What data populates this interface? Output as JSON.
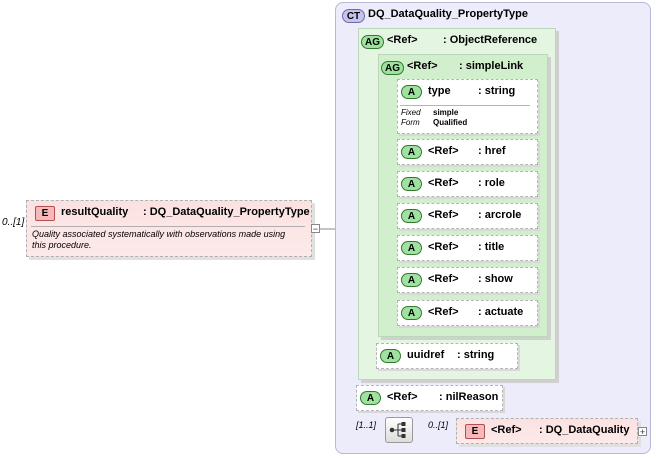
{
  "root_element": {
    "occurrence": "0..[1]",
    "badge": "E",
    "name": "resultQuality",
    "type": ": DQ_DataQuality_PropertyType",
    "doc": [
      "Quality associated systematically with observations made using",
      "this procedure."
    ]
  },
  "complex_type": {
    "badge": "CT",
    "name": "DQ_DataQuality_PropertyType"
  },
  "attr_group_object_reference": {
    "badge": "AG",
    "ref": "<Ref>",
    "name": ": ObjectReference"
  },
  "attr_group_simple_link": {
    "badge": "AG",
    "ref": "<Ref>",
    "name": ": simpleLink"
  },
  "type_attr": {
    "badge": "A",
    "name": "type",
    "type": ": string",
    "fixed_label": "Fixed",
    "fixed_value": "simple",
    "form_label": "Form",
    "form_value": "Qualified"
  },
  "simple_link_attrs": [
    {
      "badge": "A",
      "ref": "<Ref>",
      "name": ": href"
    },
    {
      "badge": "A",
      "ref": "<Ref>",
      "name": ": role"
    },
    {
      "badge": "A",
      "ref": "<Ref>",
      "name": ": arcrole"
    },
    {
      "badge": "A",
      "ref": "<Ref>",
      "name": ": title"
    },
    {
      "badge": "A",
      "ref": "<Ref>",
      "name": ": show"
    },
    {
      "badge": "A",
      "ref": "<Ref>",
      "name": ": actuate"
    }
  ],
  "uuidref_attr": {
    "badge": "A",
    "name": "uuidref",
    "type": ": string"
  },
  "nil_reason_attr": {
    "badge": "A",
    "ref": "<Ref>",
    "name": ": nilReason"
  },
  "sequence": {
    "occurrence": "[1..1]",
    "icon": "sequence-icon"
  },
  "child_element": {
    "occurrence": "0..[1]",
    "badge": "E",
    "ref": "<Ref>",
    "name": ": DQ_DataQuality"
  },
  "colors": {
    "complex_type_bg": "#ececfb",
    "attr_group_bg": "#e4f6e2",
    "element_bg": "#fbe2e2",
    "attr_badge": "#9fe29f"
  }
}
